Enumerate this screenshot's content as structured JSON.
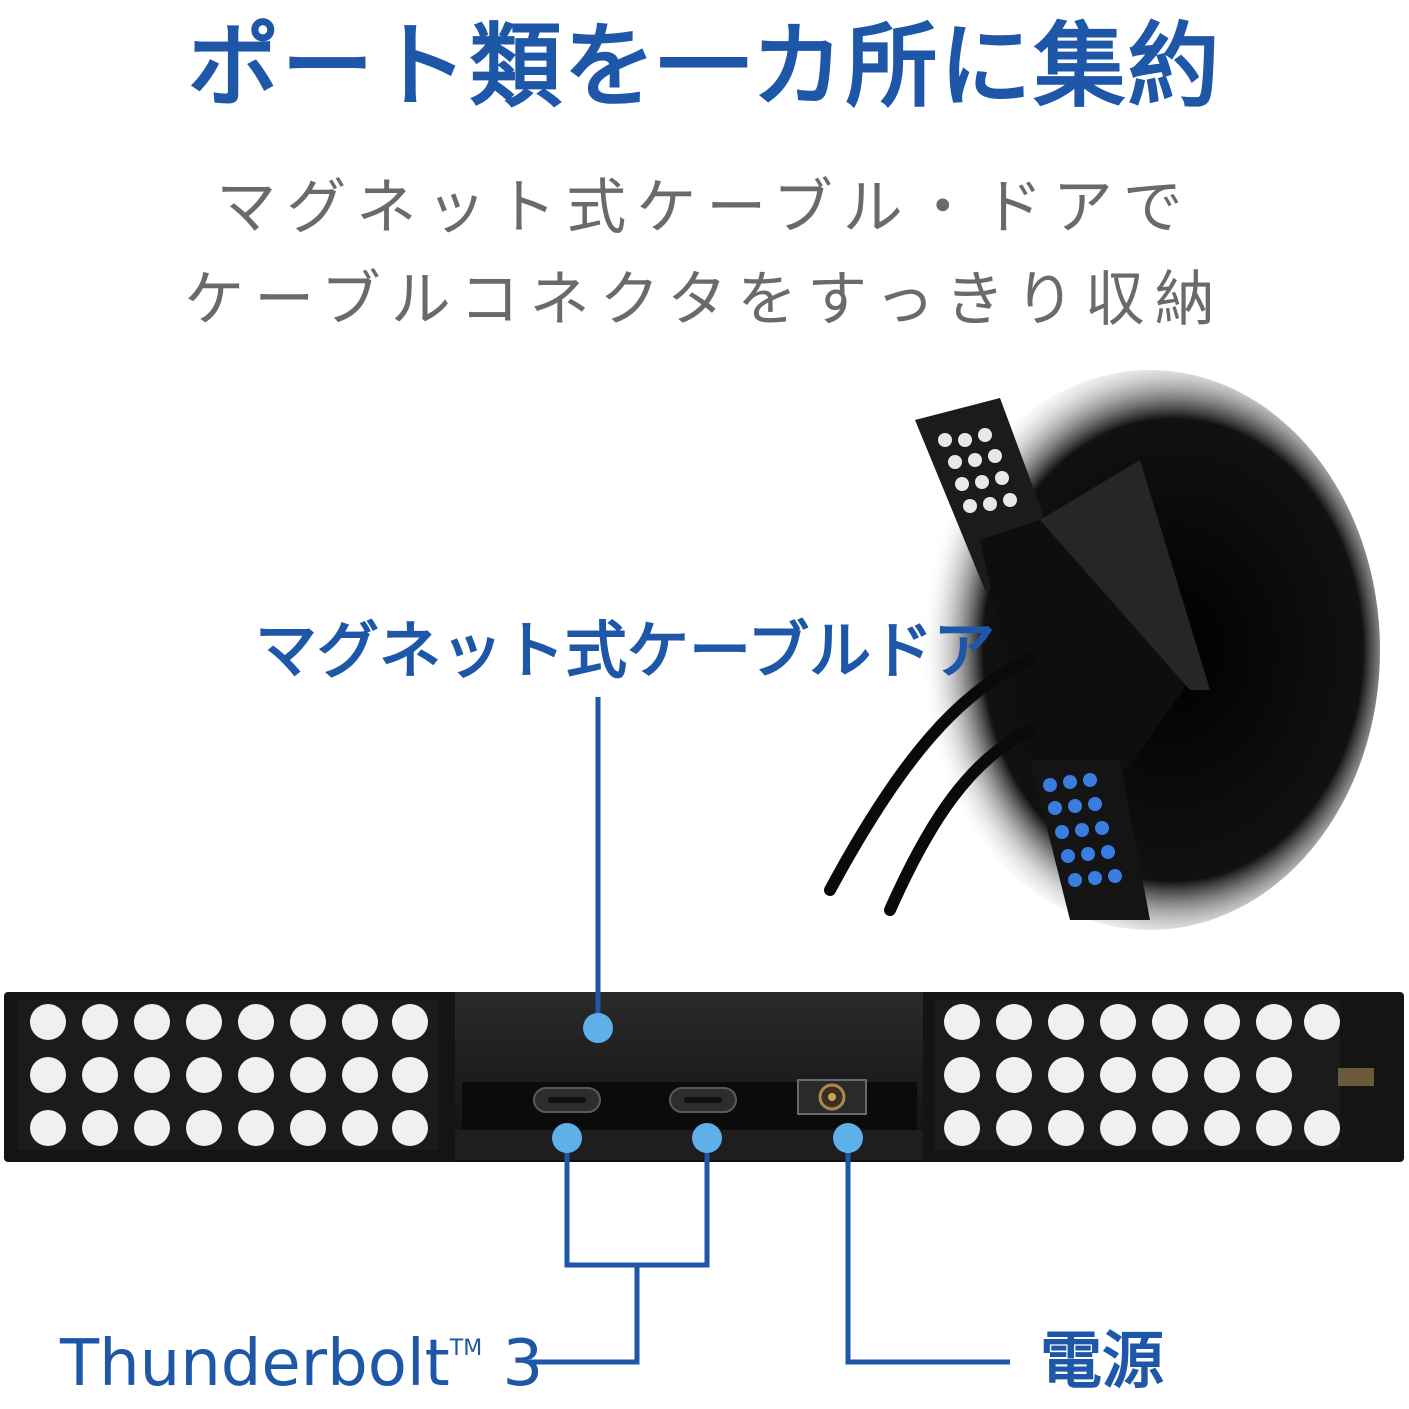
{
  "headline": "ポート類を一カ所に集約",
  "subtitle_line1": "マグネット式ケーブル・ドアで",
  "subtitle_line2": "ケーブルコネクタをすっきり収納",
  "callouts": {
    "cable_door": "マグネット式ケーブルドア",
    "thunderbolt_name": "Thunderbolt",
    "thunderbolt_tm": "TM",
    "thunderbolt_version": "3",
    "power": "電源"
  },
  "colors": {
    "accent_blue": "#1f57a8",
    "dot_blue": "#5fb0e8",
    "device_black": "#141414"
  }
}
